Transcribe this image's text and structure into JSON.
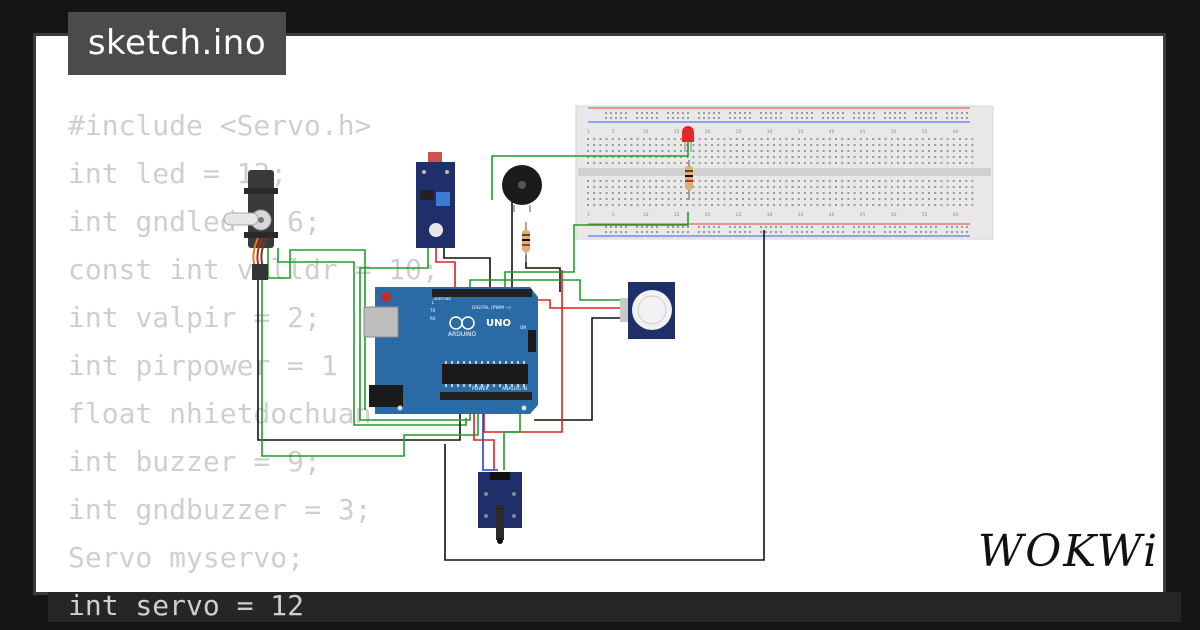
{
  "tab": {
    "filename": "sketch.ino"
  },
  "code_lines": [
    "#include <Servo.h>",
    "int led = 13;",
    "int gndled = 6;",
    "const int valldr = 10;",
    "int valpir = 2;",
    "int pirpower = 1",
    "float nhietdochuan",
    "int buzzer = 9;",
    "int gndbuzzer = 3;",
    "Servo myservo;",
    "int servo = 12"
  ],
  "arduino": {
    "brand": "ARDUINO",
    "model": "UNO",
    "digital_label": "DIGITAL (PWM ~)",
    "power_label": "POWER",
    "analog_label": "ANALOG IN",
    "aref": "AREF",
    "gnd": "GND",
    "tx": "TX",
    "rx": "RX",
    "l": "L",
    "on": "ON"
  },
  "breadboard": {
    "numbers": [
      "1",
      "5",
      "10",
      "15",
      "20",
      "25",
      "30",
      "35",
      "40",
      "45",
      "50",
      "55",
      "60"
    ]
  },
  "logo": {
    "text": "WOKWi"
  },
  "colors": {
    "wire_green": "#1f9e2b",
    "wire_red": "#e02020",
    "wire_black": "#111111",
    "wire_blue": "#2040e0",
    "arduino_blue": "#2a6aa5"
  }
}
